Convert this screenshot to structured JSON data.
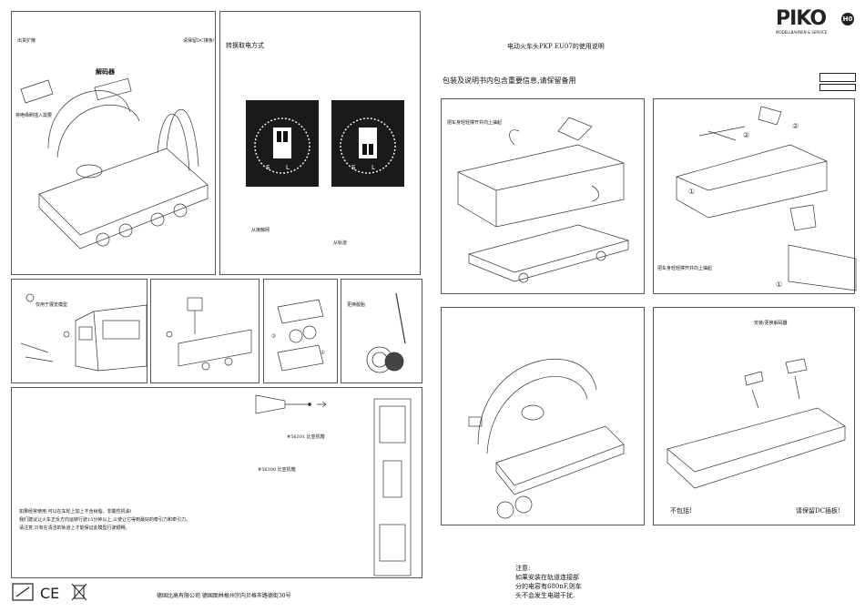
{
  "brand": {
    "logo": "PIKO",
    "logo_badge": "H0",
    "tagline": "MODELLBAHNEN & SERVICE"
  },
  "header": {
    "title": "电动火车头PKP EU07的使用说明",
    "subtitle": "包装及说明书内包含重要信息,请保留备用"
  },
  "panel_1": {
    "top_left": "出货扩散",
    "top_right": "请保留DC接板!",
    "decoder_label": "解码器",
    "side_note": "将绝缘刷插入需要"
  },
  "panel_2": {
    "title": "转换取电方式",
    "label_overhead": "从接触网",
    "label_track": "从轨道",
    "dip_left": "S",
    "dip_right": "L"
  },
  "panel_3": {
    "note": "仅用于展览模型"
  },
  "panel_6": {
    "title": "更换胶胎"
  },
  "panel_7": {
    "item_a": "#56301 比亚机箱",
    "item_b": "#56300 比亚机箱",
    "body_lines": [
      "如果经常使用,可以在车轮上加上不含树脂、非酸性机油!",
      "我们建议让火车正反方向运转行驶15分钟以上,以使让它得到最好的牵引力和牵引力。",
      "请注意,只有在清洁的轨道上才能保证此模型行驶顺畅。"
    ]
  },
  "panel_r1": {
    "caption": "把车身轻轻撑开并向上抽起"
  },
  "panel_r2": {
    "caption": "把车身轻轻撑开并向上抽起",
    "step_1": "①",
    "step_2": "②"
  },
  "panel_r4": {
    "title": "安装/更换解码器",
    "not_included": "不包括!",
    "keep_board": "请保留DC插板!"
  },
  "footer": {
    "company": "德国比高有限公司  德国图林根州宗内贝格市路德街30号",
    "notice_title": "注意:",
    "notice_lines": [
      "如果安装在轨道连接部",
      "分的电容有680nF,则车",
      "头不会发生电磁干扰."
    ]
  },
  "icons": [
    "ce-mark-icon",
    "weee-bin-icon",
    "age-warning-icon"
  ]
}
